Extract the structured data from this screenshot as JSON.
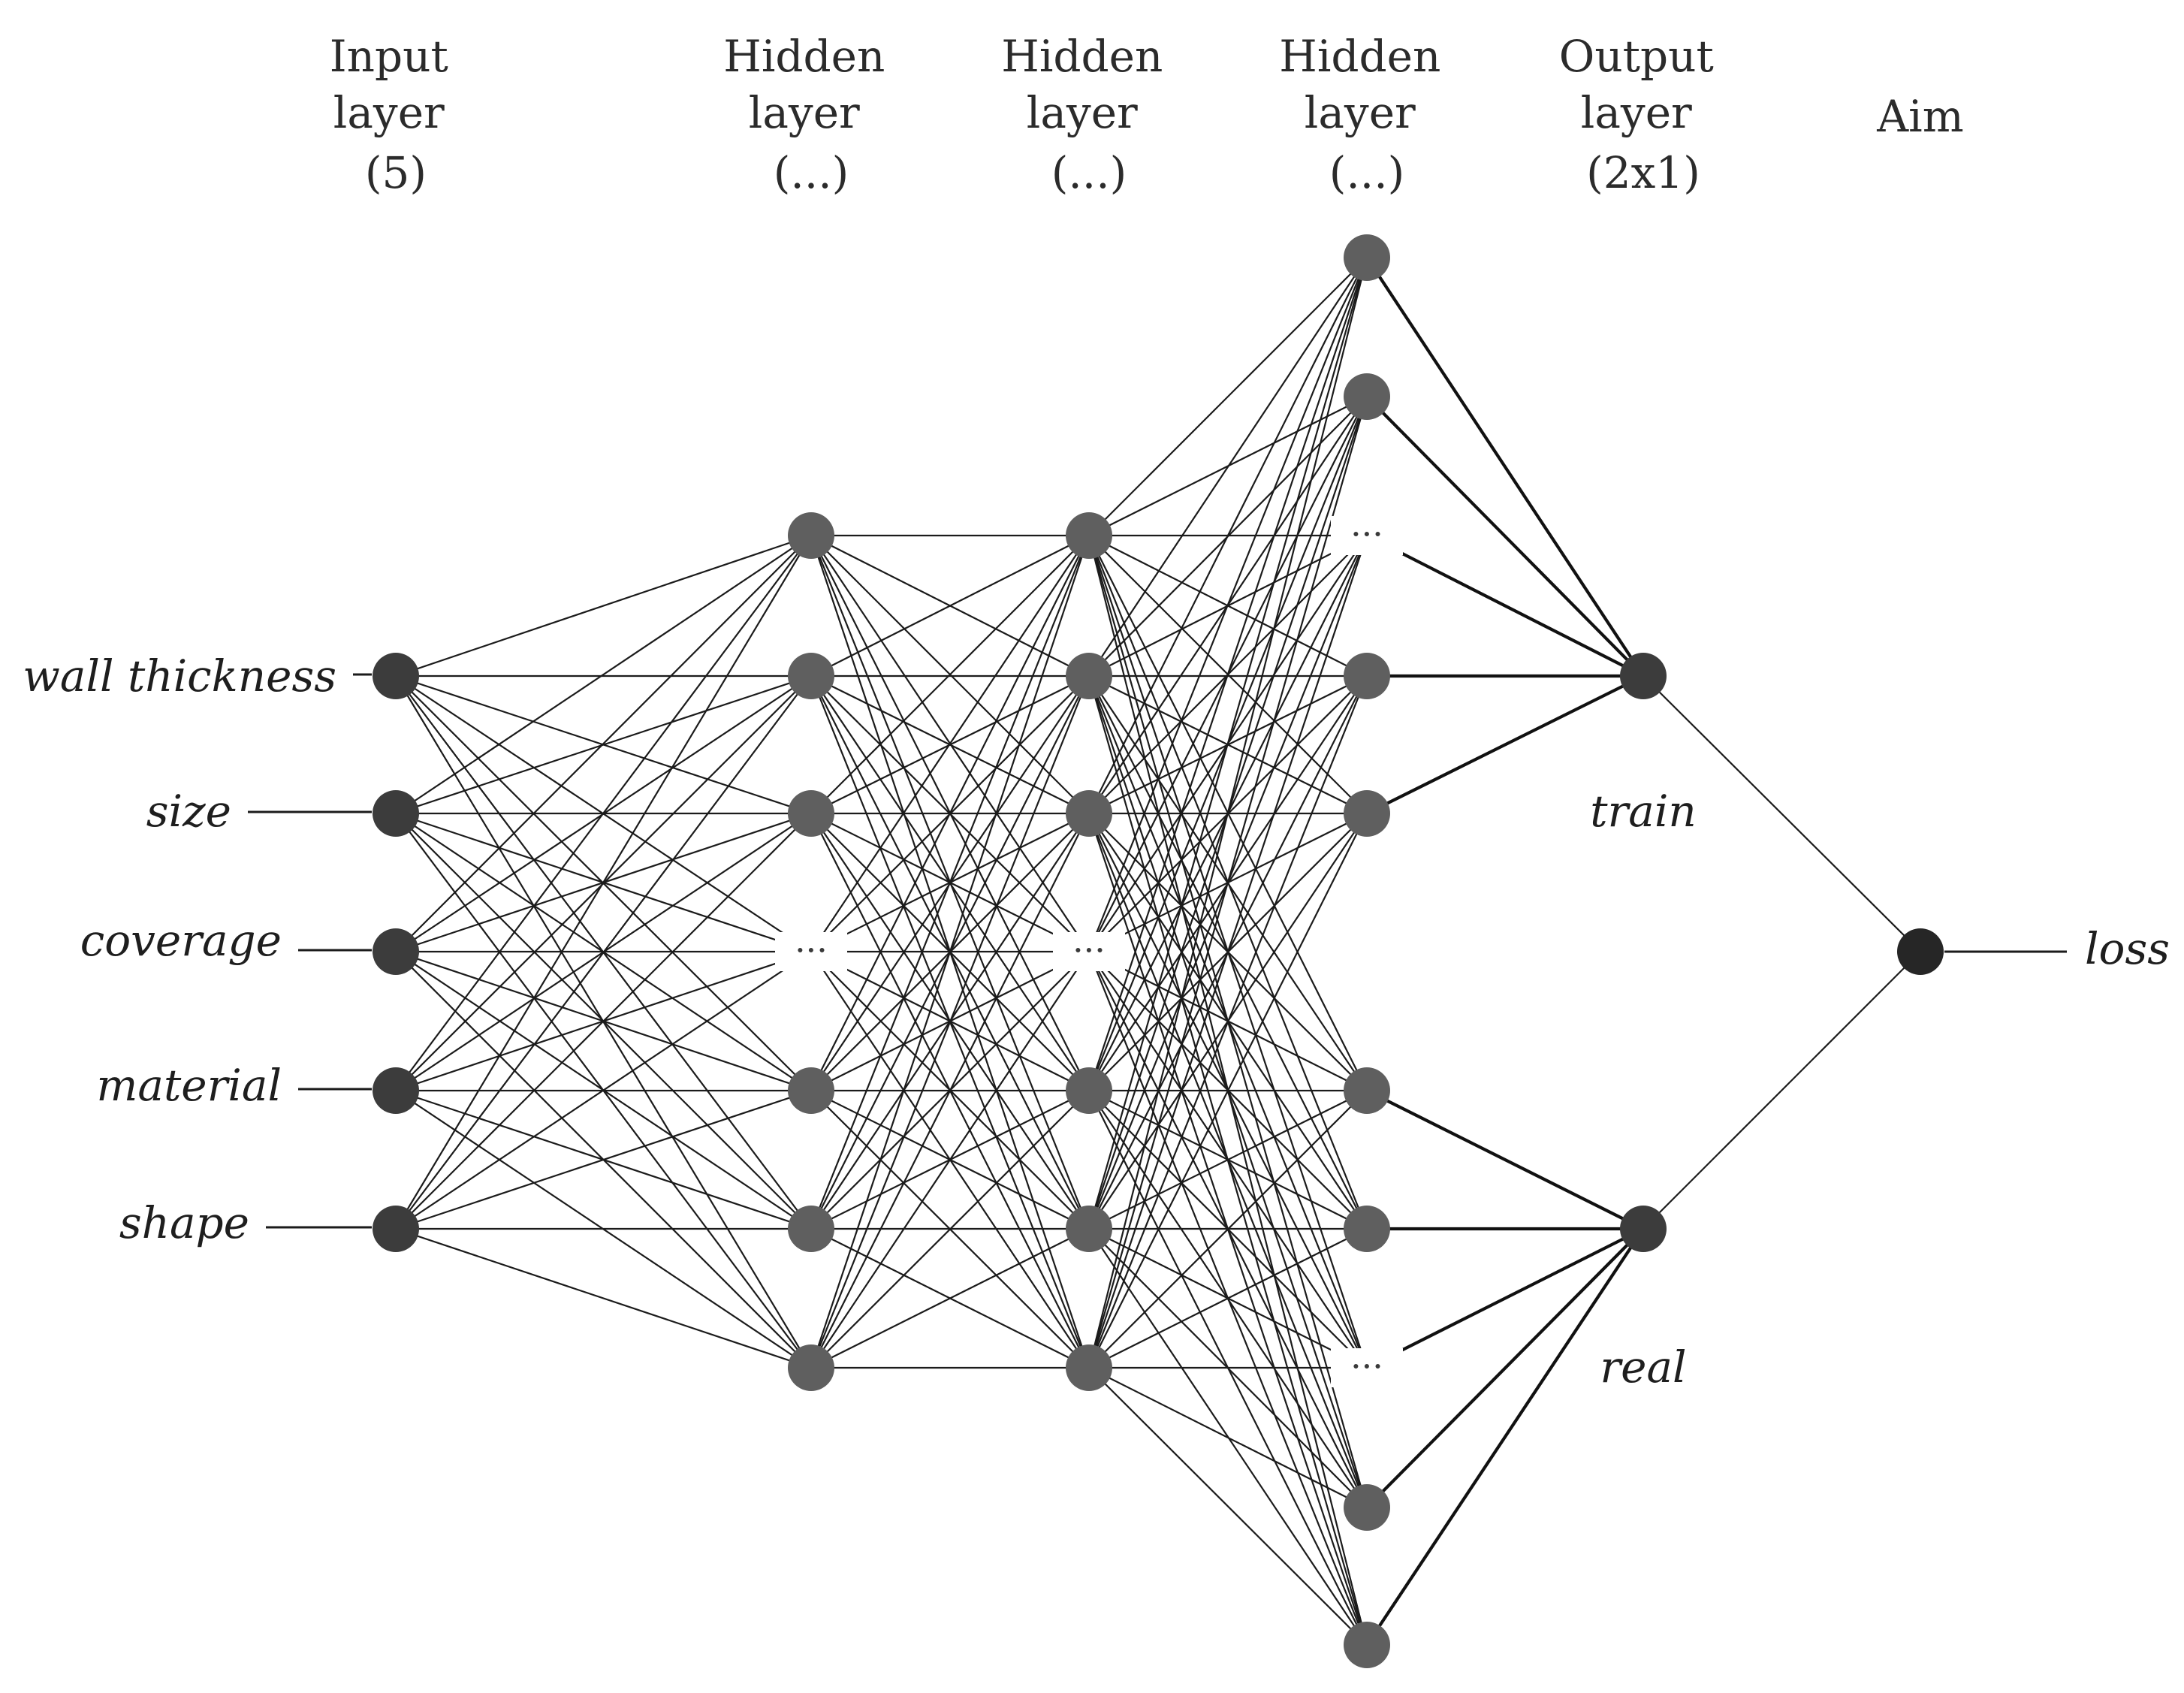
{
  "layers": [
    {
      "id": "input",
      "lines": [
        "Input",
        "layer",
        "(5)"
      ]
    },
    {
      "id": "hidden1",
      "lines": [
        "Hidden",
        "layer",
        "(...)"
      ]
    },
    {
      "id": "hidden2",
      "lines": [
        "Hidden",
        "layer",
        "(...)"
      ]
    },
    {
      "id": "hidden3",
      "lines": [
        "Hidden",
        "layer",
        "(...)"
      ]
    },
    {
      "id": "output",
      "lines": [
        "Output",
        "layer",
        "(2x1)"
      ]
    },
    {
      "id": "aim",
      "lines": [
        "Aim"
      ]
    }
  ],
  "inputs": [
    "wall thickness",
    "size",
    "coverage",
    "material",
    "shape"
  ],
  "outputs": [
    "train",
    "real"
  ],
  "aim_output": "loss",
  "ellipsis": "···",
  "colors": {
    "input_node": "#3c3c3c",
    "hidden_node": "#5f5f5f",
    "output_node": "#3c3c3c",
    "aim_node": "#262626",
    "edge": "#1b1b1b"
  },
  "icons": {
    "node": "filled-circle",
    "ellipsis": "three-dots"
  }
}
